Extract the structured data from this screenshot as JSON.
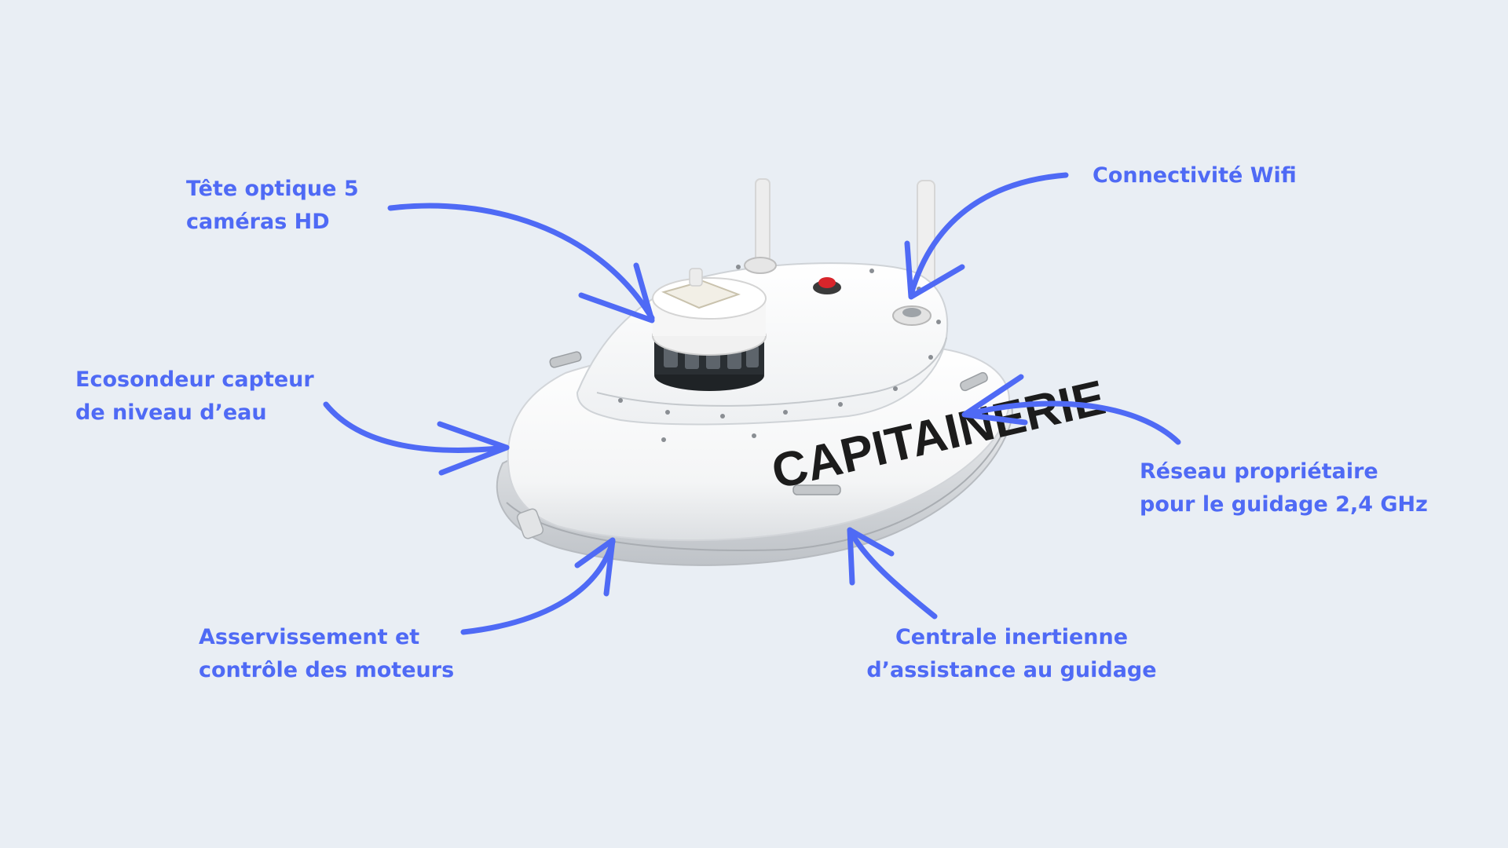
{
  "colors": {
    "background": "#e9eef4",
    "accent": "#4f6af5",
    "hull": "#f7f7f7",
    "hull_shadow": "#c9ccd0",
    "button_red": "#d8252b"
  },
  "device": {
    "hull_text": "CAPITAINERIE"
  },
  "annotations": {
    "camera": {
      "line1": "Tête optique 5",
      "line2": "caméras HD"
    },
    "wifi": {
      "line1": "Connectivité Wifi"
    },
    "sonar": {
      "line1": "Ecosondeur capteur",
      "line2": "de niveau d’eau"
    },
    "network": {
      "line1": "Réseau propriétaire",
      "line2": "pour le guidage 2,4 GHz"
    },
    "motors": {
      "line1": "Asservissement et",
      "line2": "contrôle des moteurs"
    },
    "inertial": {
      "line1": "Centrale inertienne",
      "line2": "d’assistance au guidage"
    }
  }
}
